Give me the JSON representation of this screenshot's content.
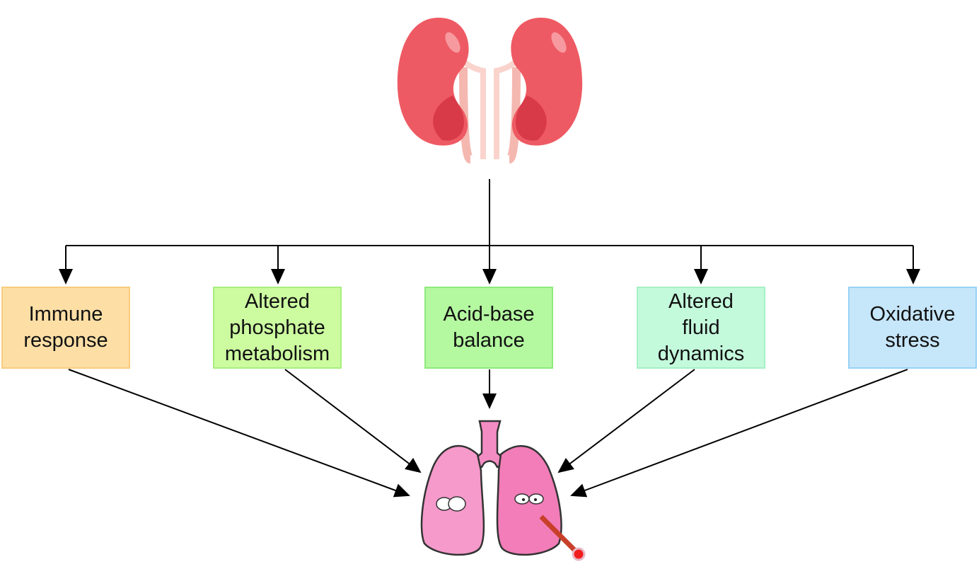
{
  "factors": [
    {
      "label": "Immune\nresponse",
      "fill": "#FDDFA6",
      "border": "#F8CC7E"
    },
    {
      "label": "Altered\nphosphate\nmetabolism",
      "fill": "#CCFBA0",
      "border": "#A8EE80"
    },
    {
      "label": "Acid-base\nbalance",
      "fill": "#B4F8A0",
      "border": "#8EEA7C"
    },
    {
      "label": "Altered\nfluid\ndynamics",
      "fill": "#C4FADC",
      "border": "#A6F0C4"
    },
    {
      "label": "Oxidative\nstress",
      "fill": "#C6E6FA",
      "border": "#98D2F4"
    }
  ],
  "icons": {
    "source": "kidneys-icon",
    "target": "sick-lungs-icon"
  }
}
